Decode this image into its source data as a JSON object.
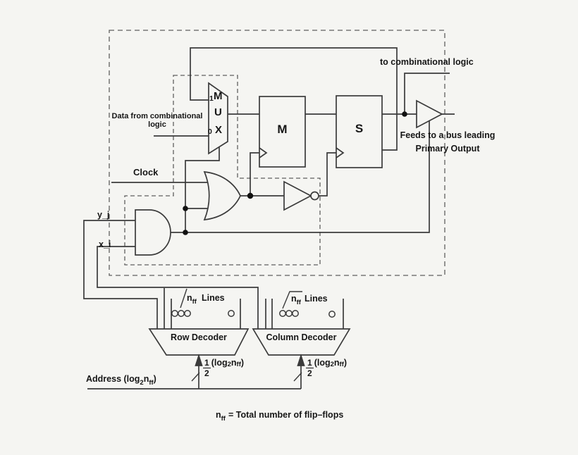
{
  "colors": {
    "background": "#f5f5f2",
    "line": "#3b3b3b",
    "dash": "#5f5f5f",
    "text": "#161616"
  },
  "labels": {
    "to_combinational": "to combinational logic",
    "data_from_line1": "Data from combinational",
    "data_from_line2": "logic",
    "clock": "Clock",
    "y_input": "y_j",
    "x_input": "x_i",
    "mux": {
      "in1": "1",
      "in0": "0",
      "m": "M",
      "u": "U",
      "x": "X"
    },
    "master_latch": "M",
    "slave_latch": "S",
    "feeds_line1": "Feeds to a bus leading",
    "feeds_line2": "Primary Output",
    "row_decoder": "Row Decoder",
    "column_decoder": "Column Decoder",
    "row_lines": {
      "base": "n",
      "sub": "ff",
      "word": "Lines"
    },
    "col_lines": {
      "base": "n",
      "sub": "ff",
      "word": "Lines"
    },
    "row_width": {
      "num": "1",
      "den": "2",
      "pre": "(log",
      "sub1": "2",
      "mid": "n",
      "sub2": "ff",
      "post": ")"
    },
    "col_width": {
      "num": "1",
      "den": "2",
      "pre": "(log",
      "sub1": "2",
      "mid": "n",
      "sub2": "ff",
      "post": ")"
    },
    "address": {
      "pre": "Address (log",
      "sub1": "2",
      "mid": "n",
      "sub2": "ff",
      "post": ")"
    },
    "footnote": {
      "base": "n",
      "sub": "ff",
      "rest": "= Total number of flip–flops"
    }
  }
}
